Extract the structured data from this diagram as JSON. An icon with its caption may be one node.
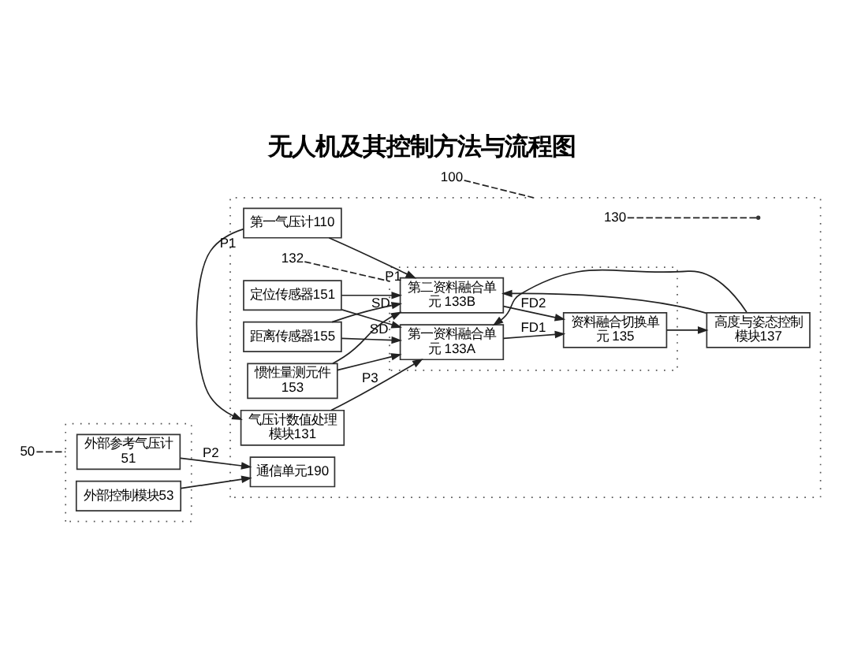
{
  "diagram": {
    "title": "无人机及其控制方法与流程图",
    "nodes": [
      {
        "text": [],
        "shape": "box"
      },
      {
        "text": [
          "100"
        ]
      },
      {
        "text": [
          "130"
        ],
        "in": 0
      },
      {
        "text": [],
        "shape": "box",
        "in": 0
      },
      {
        "text": [
          "第一气压计110"
        ],
        "in": 0
      },
      {
        "text": [
          "第二资料融合单元 133B"
        ],
        "in": 3
      },
      {
        "text": [
          "定位传感器151"
        ],
        "in": 0
      },
      {
        "text": [
          "惯性量测元件153"
        ],
        "in": 0
      },
      {
        "text": [
          "资料融合切换单元 135"
        ],
        "in": 3
      },
      {
        "text": [
          "高度与姿态控制模块137"
        ],
        "in": 0
      },
      {
        "text": [
          "距离传感器155"
        ],
        "in": 0
      },
      {
        "text": [
          "气压计数值处理模块131"
        ],
        "in": 0
      },
      {
        "text": [
          "第一资料融合单元 133A"
        ],
        "in": 3
      },
      {
        "text": [
          "132"
        ],
        "in": 0
      },
      {
        "text": [],
        "shape": "box"
      },
      {
        "text": [
          "50"
        ]
      },
      {
        "text": [
          "外部参考气压计51"
        ],
        "in": 14
      },
      {
        "text": [
          "外部控制模块53"
        ],
        "in": 14
      },
      {
        "text": [
          "通信单元190"
        ],
        "in": 0
      }
    ],
    "edges": [
      {
        "from": 4,
        "to": 5,
        "arrow": "to",
        "label": "P1"
      },
      {
        "from": 4,
        "to": 11,
        "arrow": "to",
        "label": "P1"
      },
      {
        "from": 6,
        "to": 5,
        "arrow": "to",
        "label": "SD"
      },
      {
        "from": 7,
        "to": 5,
        "arrow": "to"
      },
      {
        "from": 10,
        "to": 5,
        "arrow": "to"
      },
      {
        "from": 6,
        "to": 12,
        "arrow": "to",
        "label": "SD"
      },
      {
        "from": 7,
        "to": 12,
        "arrow": "to"
      },
      {
        "from": 10,
        "to": 12,
        "arrow": "to"
      },
      {
        "from": 5,
        "to": 8,
        "arrow": "to",
        "label": "FD2"
      },
      {
        "from": 12,
        "to": 8,
        "arrow": "to",
        "label": "FD1"
      },
      {
        "from": 8,
        "to": 9,
        "arrow": "to"
      },
      {
        "from": 9,
        "to": 5,
        "arrow": "to"
      },
      {
        "from": 9,
        "to": 12,
        "arrow": "to"
      },
      {
        "from": 11,
        "to": 12,
        "arrow": "to",
        "label": "P3"
      },
      {
        "from": 16,
        "to": 18,
        "arrow": "to",
        "label": "P2"
      },
      {
        "from": 17,
        "to": 18,
        "arrow": "to"
      },
      {
        "from": 1,
        "to": 0,
        "arrow": "none",
        "style": "dashed"
      },
      {
        "from": 2,
        "to": null,
        "arrow": "none",
        "style": "dashed"
      },
      {
        "from": 13,
        "to": 3,
        "arrow": "none",
        "style": "dashed"
      },
      {
        "from": 15,
        "to": 14,
        "arrow": "none",
        "style": "dashed"
      }
    ]
  }
}
